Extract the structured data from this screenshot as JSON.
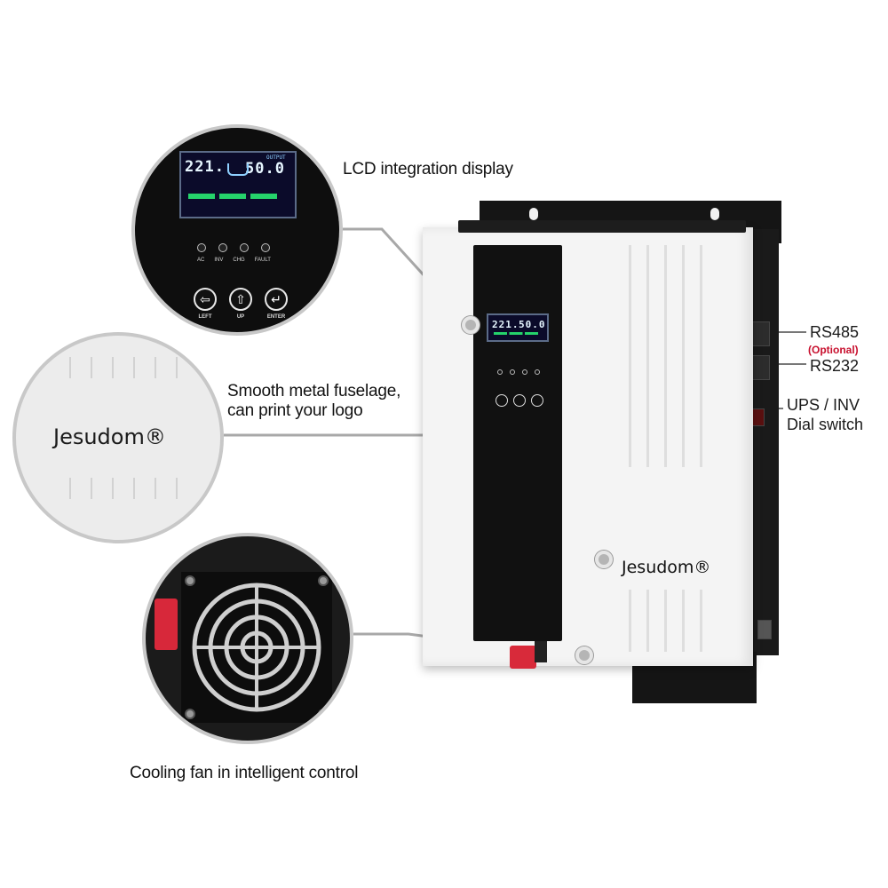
{
  "brand": {
    "logo_text": "Jesudom®"
  },
  "callouts": {
    "lcd": "LCD integration display",
    "fuselage_line1": "Smooth metal fuselage,",
    "fuselage_line2": "can print your logo",
    "fan": "Cooling fan in intelligent control"
  },
  "ports": {
    "rs485": "RS485",
    "optional": "(Optional)",
    "rs232": "RS232",
    "switch_line1": "UPS / INV",
    "switch_line2": "Dial switch"
  },
  "lcd_readout": {
    "left_value": "221.",
    "right_value": "50.0",
    "right_tag": "OUTPUT"
  },
  "indicators": [
    "AC",
    "INV",
    "CHG",
    "FAULT"
  ],
  "buttons": [
    {
      "label": "LEFT",
      "icon": "arrow-left-icon",
      "glyph": "⇦"
    },
    {
      "label": "UP",
      "icon": "arrow-up-icon",
      "glyph": "⇧"
    },
    {
      "label": "ENTER",
      "icon": "enter-icon",
      "glyph": "↵"
    }
  ],
  "colors": {
    "body": "#f4f4f4",
    "front_strip": "#111111",
    "terminal_red": "#d82a3a",
    "optional_red": "#c8102e",
    "callout_line": "#a8a8a8"
  }
}
